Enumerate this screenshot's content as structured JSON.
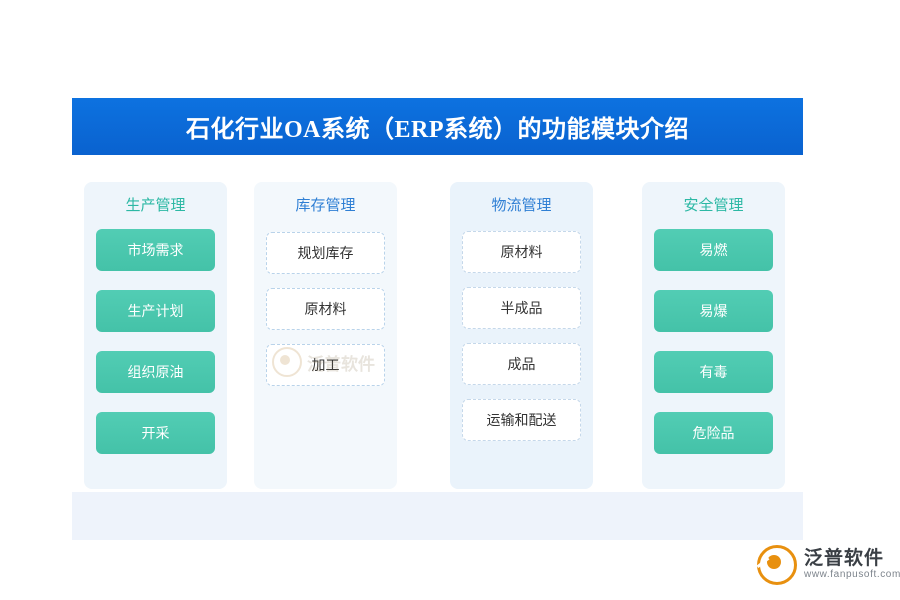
{
  "title": "石化行业OA系统（ERP系统）的功能模块介绍",
  "columns": [
    {
      "heading": "生产管理",
      "heading_color": "#2cb8a4",
      "style": "solid",
      "items": [
        "市场需求",
        "生产计划",
        "组织原油",
        "开采"
      ]
    },
    {
      "heading": "库存管理",
      "heading_color": "#2f7fd4",
      "style": "outline",
      "items": [
        "规划库存",
        "原材料",
        "加工"
      ]
    },
    {
      "heading": "物流管理",
      "heading_color": "#2f7fd4",
      "style": "outline",
      "items": [
        "原材料",
        "半成品",
        "成品",
        "运输和配送"
      ]
    },
    {
      "heading": "安全管理",
      "heading_color": "#2cb8a4",
      "style": "solid",
      "items": [
        "易燃",
        "易爆",
        "有毒",
        "危险品"
      ]
    }
  ],
  "watermark": {
    "text": "泛普软件"
  },
  "logo": {
    "name_cn": "泛普软件",
    "name_en": "www.fanpusoft.com"
  },
  "colors": {
    "title_bar": "#0b6ddb",
    "teal": "#4ec9b0",
    "panel_blue": "#eef5fb",
    "logo_orange": "#e8900f"
  }
}
